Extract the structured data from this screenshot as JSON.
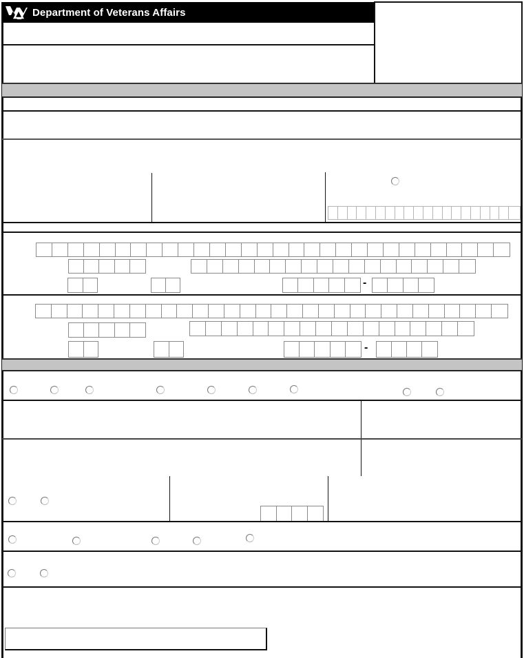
{
  "header": {
    "agency": "Department of Veterans Affairs",
    "logo_icon": "va-seal-logo-icon"
  },
  "form": {
    "sections": [
      {
        "id": "section-1",
        "banner": ""
      },
      {
        "id": "section-2",
        "banner": ""
      }
    ],
    "address_blocks": [
      {
        "row1_boxes": 30,
        "row2_left_boxes": 5,
        "row2_right_boxes": 18,
        "row3_boxes": [
          2,
          2
        ],
        "zip_main_boxes": 5,
        "zip_ext_boxes": 4,
        "zip_separator": "-"
      },
      {
        "row1_boxes": 30,
        "row2_left_boxes": 5,
        "row2_right_boxes": 18,
        "row3_boxes": [
          2,
          2
        ],
        "zip_main_boxes": 5,
        "zip_ext_boxes": 4,
        "zip_separator": "-"
      }
    ],
    "id_number_boxes": 20,
    "small_number_boxes": 4,
    "radio_groups": {
      "section2_row1": 9,
      "section2_row4": 2,
      "section2_row5": 5,
      "section2_row6": 2,
      "section1_single": 1
    }
  },
  "colors": {
    "header_bg": "#000000",
    "header_text": "#ffffff",
    "banner_bg": "#c4c4c4",
    "rule": "#111111",
    "box_border": "#8a8a8a"
  }
}
